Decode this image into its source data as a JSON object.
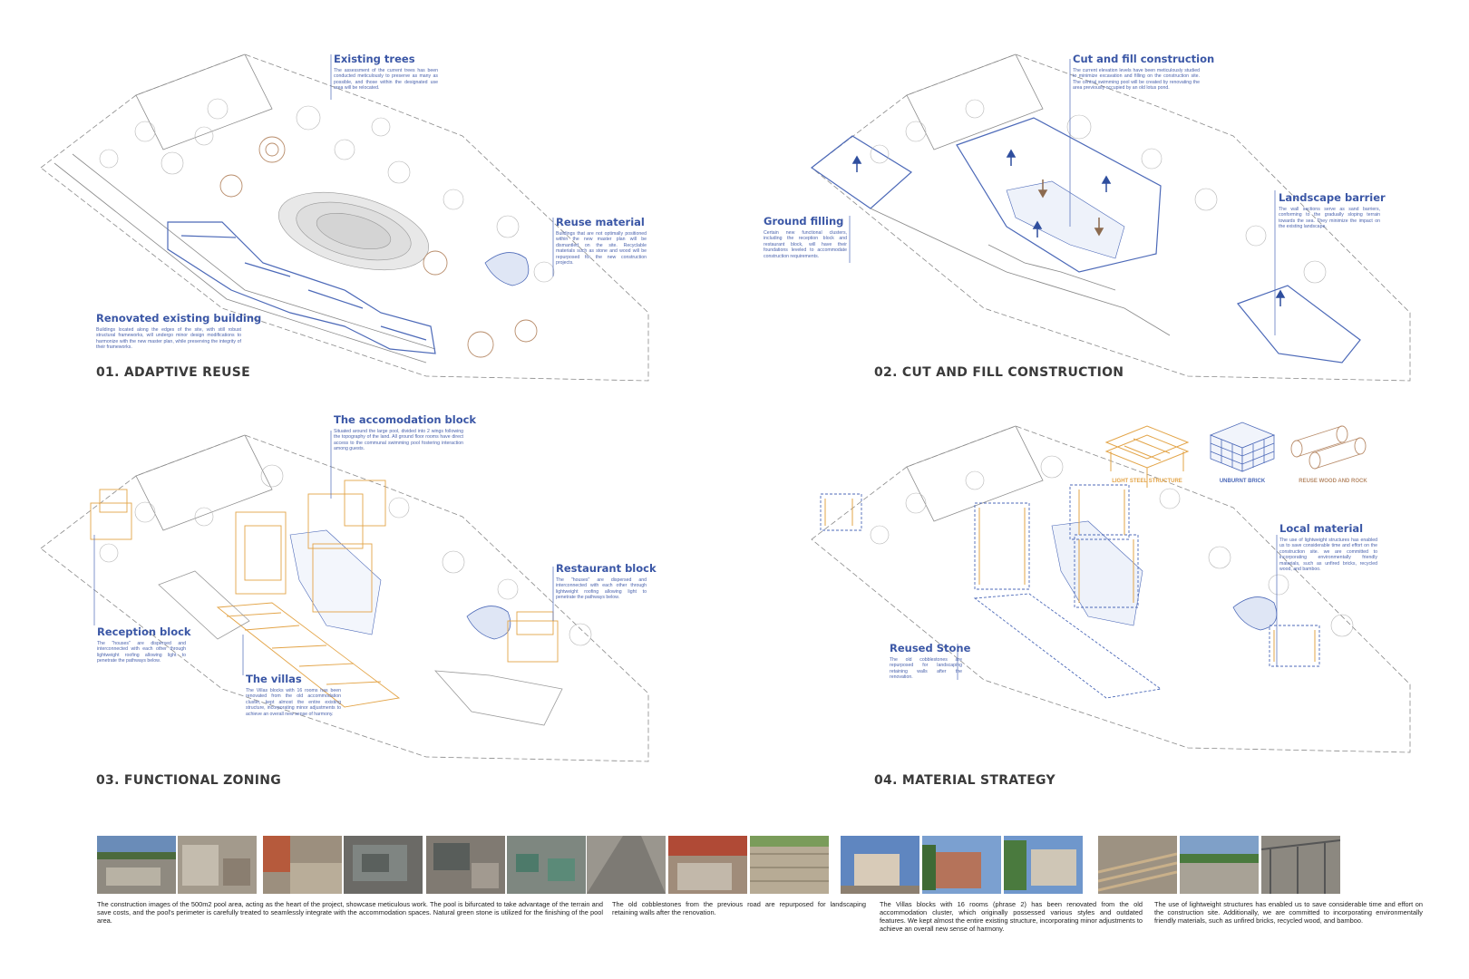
{
  "colors": {
    "title": "#3a3a3a",
    "annotation_blue": "#3b57a6",
    "diagram_line": "#8a8a8a",
    "blue_line": "#4c69b8",
    "orange_line": "#e3a447",
    "brown_tree": "#b88c6a"
  },
  "panels": [
    {
      "title": "01. ADAPTIVE REUSE",
      "annotations": [
        {
          "heading": "Existing trees",
          "text": "The assessment of the current trees has been conducted meticulously to preserve as many as possible, and those within the designated use area will be relocated."
        },
        {
          "heading": "Reuse material",
          "text": "Buildings that are not optimally positioned within the new master plan will be dismantled on the site. Recyclable materials such as stone and wood will be repurposed for the new construction projects."
        },
        {
          "heading": "Renovated existing building",
          "text": "Buildings located along the edges of the site, with still robust structural frameworks, will undergo minor design modifications to harmonize with the new master plan, while preserving the integrity of their frameworks."
        }
      ]
    },
    {
      "title": "02. CUT AND FILL CONSTRUCTION",
      "annotations": [
        {
          "heading": "Cut and fill construction",
          "text": "The current elevation levels have been meticulously studied to minimize excavation and filling on the construction site. The central swimming pool will be created by renovating the area previously occupied by an old lotus pond."
        },
        {
          "heading": "Ground filling",
          "text": "Certain new functional clusters, including the reception block and restaurant block, will have their foundations leveled to accommodate construction requirements."
        },
        {
          "heading": "Landscape barrier",
          "text": "The wall sections serve as sand barriers, conforming to the gradually sloping terrain towards the sea. They minimize the impact on the existing landscape."
        }
      ]
    },
    {
      "title": "03. FUNCTIONAL ZONING",
      "annotations": [
        {
          "heading": "The accomodation block",
          "text": "Situated around the large pool, divided into 2 wings following the topography of the land. All ground floor rooms have direct access to the communal swimming pool fostering interaction among guests."
        },
        {
          "heading": "Restaurant block",
          "text": "The \"houses\" are dispersed and interconnected with each other through lightweight roofing allowing light to penetrate the pathways below."
        },
        {
          "heading": "Reception block",
          "text": "The \"houses\" are dispersed and interconnected with each other through lightweight roofing allowing light to penetrate the pathways below."
        },
        {
          "heading": "The villas",
          "text": "The Villas blocks with 16 rooms has been renovated from the old accommodation cluster, kept almost the entire existing structure, incorporating minor adjustments to achieve an overall new sense of harmony."
        }
      ]
    },
    {
      "title": "04. MATERIAL STRATEGY",
      "legend": [
        {
          "label": "LIGHT STEEL STRUCTURE",
          "color": "#e3a447"
        },
        {
          "label": "UNBURNT BRICK",
          "color": "#4c69b8"
        },
        {
          "label": "REUSE WOOD AND ROCK",
          "color": "#b88c6a"
        }
      ],
      "annotations": [
        {
          "heading": "Local material",
          "text": "The use of lightweight structures has enabled us to save considerable time and effort on the construction site. we are committed to incorporating environmentally friendly materials, such as unfired bricks, recycled wood, and bamboo."
        },
        {
          "heading": "Reused Stone",
          "text": "The old cobblestones are repurposed for landscaping retaining walls after the renovation."
        }
      ]
    }
  ],
  "captions": [
    "The construction images of the 500m2 pool area, acting as the heart of the project, showcase meticulous work. The pool is bifurcated to take advantage of the terrain and save costs, and the pool's perimeter is carefully treated to seamlessly integrate with the accommodation spaces. Natural green stone is utilized for the finishing of the pool area.",
    "The old cobblestones from the previous road are repurposed for landscaping retaining walls after the renovation.",
    "The Villas blocks with 16 rooms (phrase 2) has been renovated from the old accommodation cluster, which originally possessed various styles and outdated features. We kept almost the entire existing structure, incorporating minor adjustments to achieve an overall new sense of harmony.",
    "The use of lightweight structures has enabled us to save considerable time and effort on the construction site. Additionally, we are committed to incorporating environmentally friendly materials, such as unfired bricks, recycled wood, and bamboo."
  ]
}
